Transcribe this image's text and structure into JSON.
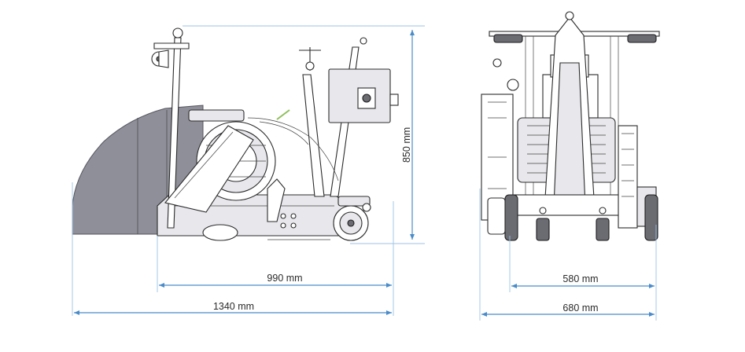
{
  "colors": {
    "dimension_line": "#4a8cc9",
    "extension_line": "#9cc2e6",
    "blade_guard": "#8f8f9a",
    "machine_outline": "#2b2b2b"
  },
  "side_view": {
    "dimensions": {
      "height": "850 mm",
      "wheelbase_length": "990 mm",
      "overall_length": "1340 mm"
    }
  },
  "front_view": {
    "dimensions": {
      "inner_width": "580 mm",
      "overall_width": "680 mm"
    }
  }
}
